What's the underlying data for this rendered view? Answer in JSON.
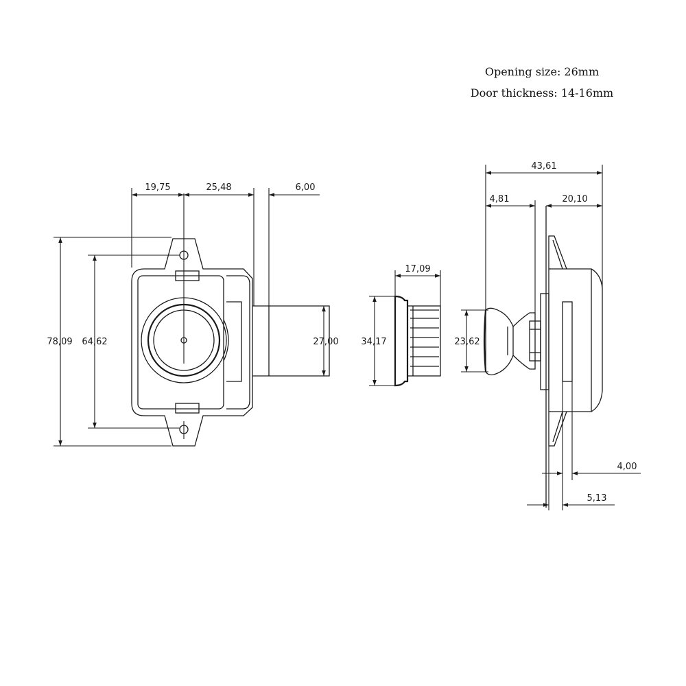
{
  "specs": {
    "opening_size": "Opening size: 26mm",
    "door_thickness": "Door thickness: 14-16mm"
  },
  "front_view": {
    "dim_left_width": "19,75",
    "dim_mid_width": "25,48",
    "dim_right_width": "6,00",
    "dim_total_height": "78,09",
    "dim_inner_height": "64,62",
    "dim_barrel_height": "27,00"
  },
  "knob_view": {
    "dim_length": "17,09",
    "dim_flange_diameter": "34,17"
  },
  "side_view": {
    "dim_total_length": "43,61",
    "dim_knob_length": "4,81",
    "dim_body_length": "20,10",
    "dim_knob_diameter": "23,62",
    "dim_flange": "4,00",
    "dim_offset": "5,13"
  }
}
